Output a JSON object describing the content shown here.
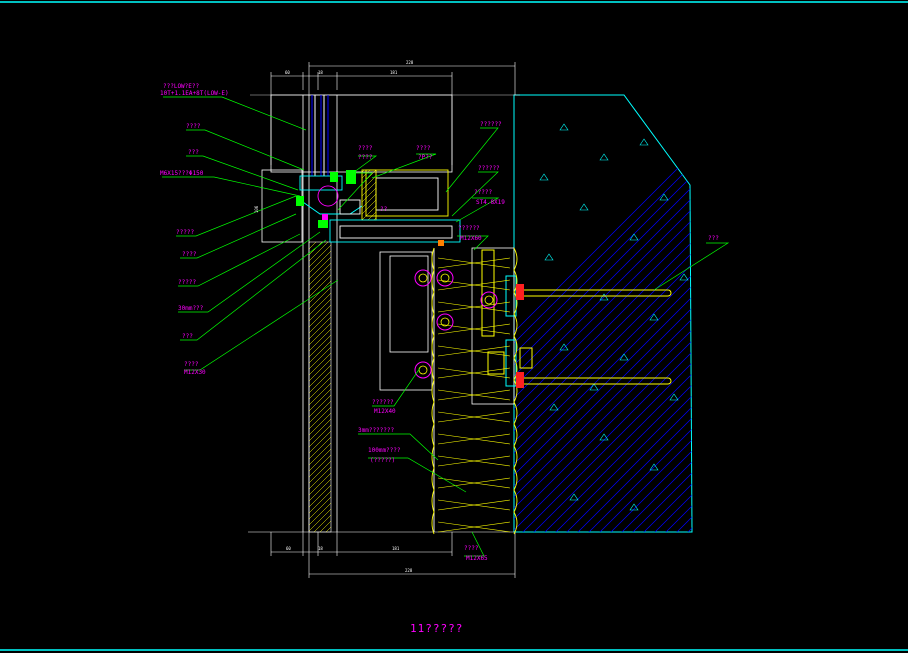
{
  "drawing": {
    "caption": "11?????",
    "dimensions": {
      "top_total": "228",
      "top_left": "60",
      "top_mid": "18",
      "top_right": "181",
      "bottom_left": "60",
      "bottom_mid": "18",
      "bottom_right": "181",
      "bottom_total": "228",
      "side": "106"
    },
    "labels": {
      "glass_title": "???LOW?E??",
      "glass_spec": "10T+1.1EA+8T(LOW-E)",
      "l01": "????",
      "l02": "???",
      "l03": "M6X15???Φ150",
      "l04": "?????",
      "l05": "????",
      "l06": "?????",
      "l07": "30mm???",
      "l08": "???",
      "l09": "????",
      "l09b": "M12X30",
      "c01": "????",
      "c02": "????",
      "c03": "????",
      "c04": "??",
      "c05": "?P??",
      "r01": "??????",
      "r02": "??????",
      "r03": "?????",
      "r03b": "ST4.8X19",
      "r04": "??????",
      "r04b": "M12X60",
      "wall": "???",
      "b01": "??????",
      "b01b": "M12X40",
      "b02": "3mm???????",
      "b03": "100mm????",
      "b03b": "(?????)",
      "b04": "????",
      "b04b": "M12X65"
    },
    "colors": {
      "background": "#000000",
      "border": "#00ffff",
      "leader": "#00ff00",
      "text": "#ff00ff",
      "frame": "#ffffff",
      "steel": "#ffff00",
      "hatch": "#0000ff",
      "concrete_outline": "#00ffff",
      "anchor": "#ff2020"
    }
  }
}
